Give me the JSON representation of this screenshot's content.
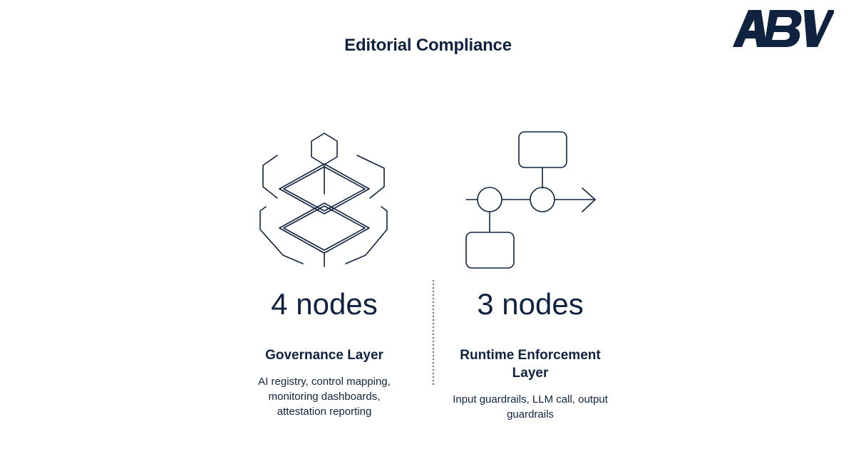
{
  "header": {
    "title": "Editorial Compliance",
    "logo_text": "ABV"
  },
  "columns": [
    {
      "count": "4 nodes",
      "title": "Governance Layer",
      "description": "AI registry, control mapping, monitoring dashboards, attestation reporting"
    },
    {
      "count": "3 nodes",
      "title": "Runtime Enforcement Layer",
      "description": "Input guardrails, LLM call, output guardrails"
    }
  ],
  "colors": {
    "ink": "#0f2340",
    "background": "#ffffff"
  },
  "icons": [
    "stacked-cube-icon",
    "flow-pipeline-icon"
  ]
}
